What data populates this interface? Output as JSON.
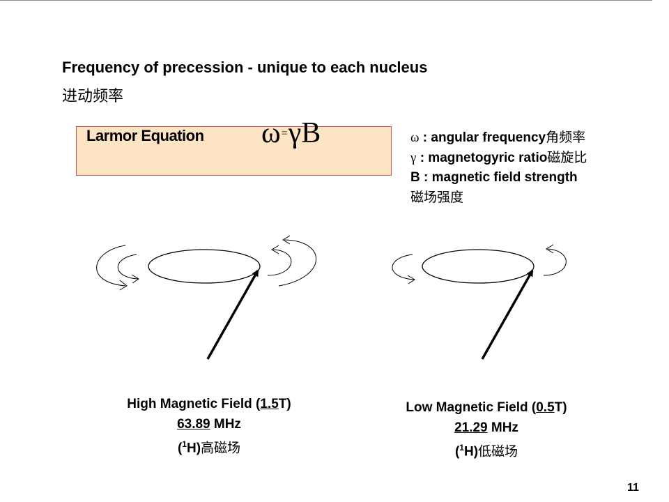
{
  "slide": {
    "title": "Frequency of precession - unique to each nucleus",
    "subtitle": "进动频率",
    "page_number": "11"
  },
  "equation": {
    "label": "Larmor Equation",
    "lhs": "ω",
    "sign": "=",
    "rhs": "γB"
  },
  "legend": [
    {
      "symbol": "ω",
      "text": ": angular frequency",
      "cn": "角频率"
    },
    {
      "symbol": "γ",
      "text": ": magnetogyric ratio",
      "cn": "磁旋比"
    },
    {
      "symbol": "",
      "text": "B : magnetic field strength",
      "cn": ""
    },
    {
      "symbol": "",
      "text": "",
      "cn": "磁场强度"
    }
  ],
  "high": {
    "prefix": "High Magnetic Field (",
    "field": "1.5",
    "suffix": "T)",
    "freq": "63.89",
    "unit": " MHz",
    "nucleus_open": "(",
    "nucleus_sup": "1",
    "nucleus_close": "H)",
    "cn": "高磁场"
  },
  "low": {
    "prefix": "Low Magnetic Field (",
    "field": "0.5",
    "suffix": "T)",
    "freq": "21.29",
    "unit": " MHz",
    "nucleus_open": "(",
    "nucleus_sup": "1",
    "nucleus_close": "H)",
    "cn": "低磁场"
  },
  "colors": {
    "equation_fill": "#fce4c4",
    "equation_border": "#d9534f"
  },
  "icons": {
    "rotation_arrows": "curved-arrow-icon",
    "magnetic_moment": "vector-arrow-icon"
  }
}
